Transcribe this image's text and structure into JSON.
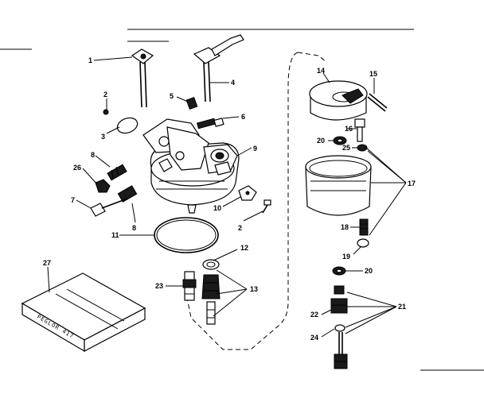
{
  "callouts": {
    "c1": "1",
    "c2a": "2",
    "c2b": "2",
    "c3": "3",
    "c4": "4",
    "c5": "5",
    "c6": "6",
    "c7": "7",
    "c8a": "8",
    "c8b": "8",
    "c9": "9",
    "c10": "10",
    "c11": "11",
    "c12": "12",
    "c13": "13",
    "c14": "14",
    "c15": "15",
    "c16": "16",
    "c17": "17",
    "c18": "18",
    "c19": "19",
    "c20a": "20",
    "c20b": "20",
    "c21": "21",
    "c22": "22",
    "c23": "23",
    "c24": "24",
    "c25": "25",
    "c26": "26",
    "c27": "27"
  },
  "manual_box": {
    "stamp_text": "PEGLOR 417"
  }
}
